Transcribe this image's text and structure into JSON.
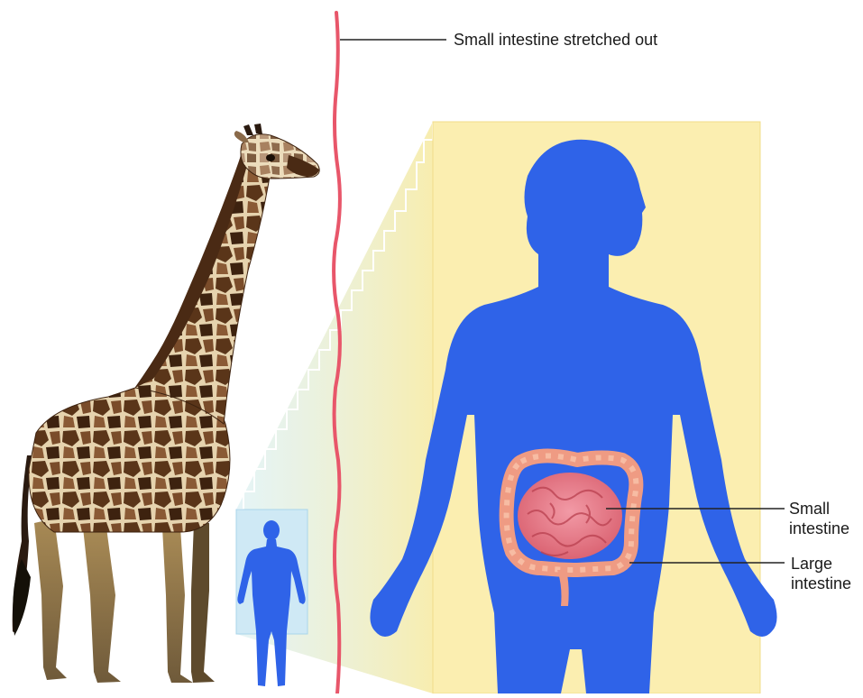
{
  "labels": {
    "stretched": "Small intestine stretched out",
    "small_line1": "Small",
    "small_line2": "intestine",
    "large_line1": "Large",
    "large_line2": "intestine"
  },
  "colors": {
    "intestine_strand": "#e8566a",
    "body": "#2f63e8",
    "zoom_panel": "#fbeeb0",
    "small_panel": "#cfe9f5",
    "giraffe_dark": "#4a2a14",
    "giraffe_light": "#c9a26a"
  }
}
